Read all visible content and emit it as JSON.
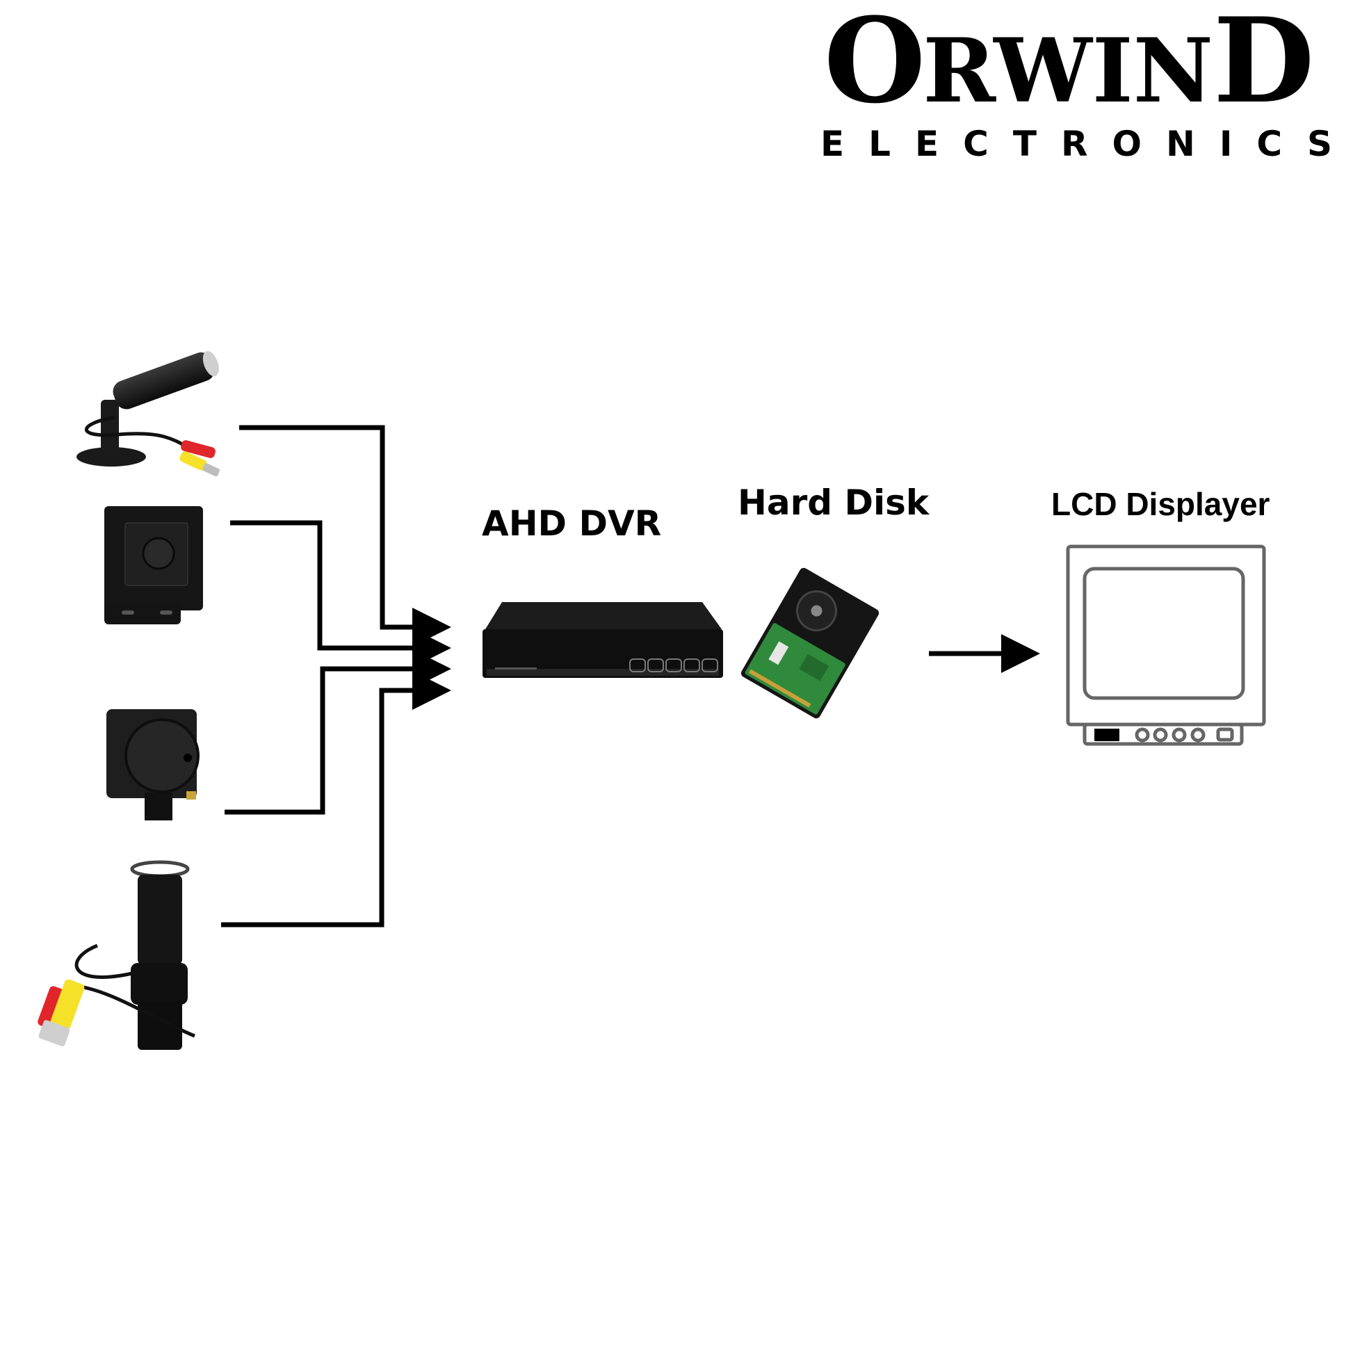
{
  "brand": {
    "name_first": "O",
    "name_mid": "RWIN",
    "name_last": "D",
    "subtitle": "ELECTRONICS"
  },
  "diagram": {
    "title": "AHD camera system connection",
    "nodes": [
      {
        "id": "camera-bullet",
        "type": "camera",
        "label": ""
      },
      {
        "id": "camera-square-pinhole",
        "type": "camera",
        "label": ""
      },
      {
        "id": "camera-mini-cone",
        "type": "camera",
        "label": ""
      },
      {
        "id": "camera-tube-pinhole",
        "type": "camera",
        "label": ""
      },
      {
        "id": "dvr",
        "type": "recorder",
        "label": "AHD DVR"
      },
      {
        "id": "hdd",
        "type": "storage",
        "label": "Hard Disk"
      },
      {
        "id": "lcd",
        "type": "display",
        "label": "LCD Displayer"
      }
    ],
    "edges": [
      {
        "from": "camera-bullet",
        "to": "dvr"
      },
      {
        "from": "camera-square-pinhole",
        "to": "dvr"
      },
      {
        "from": "camera-mini-cone",
        "to": "dvr"
      },
      {
        "from": "camera-tube-pinhole",
        "to": "dvr"
      },
      {
        "from": "hdd",
        "to": "lcd"
      }
    ]
  },
  "colors": {
    "line": "#000000",
    "cable_red": "#e0262b",
    "cable_yellow": "#f5e12a",
    "pcb_green": "#2f8a3c",
    "device_black": "#141414"
  }
}
